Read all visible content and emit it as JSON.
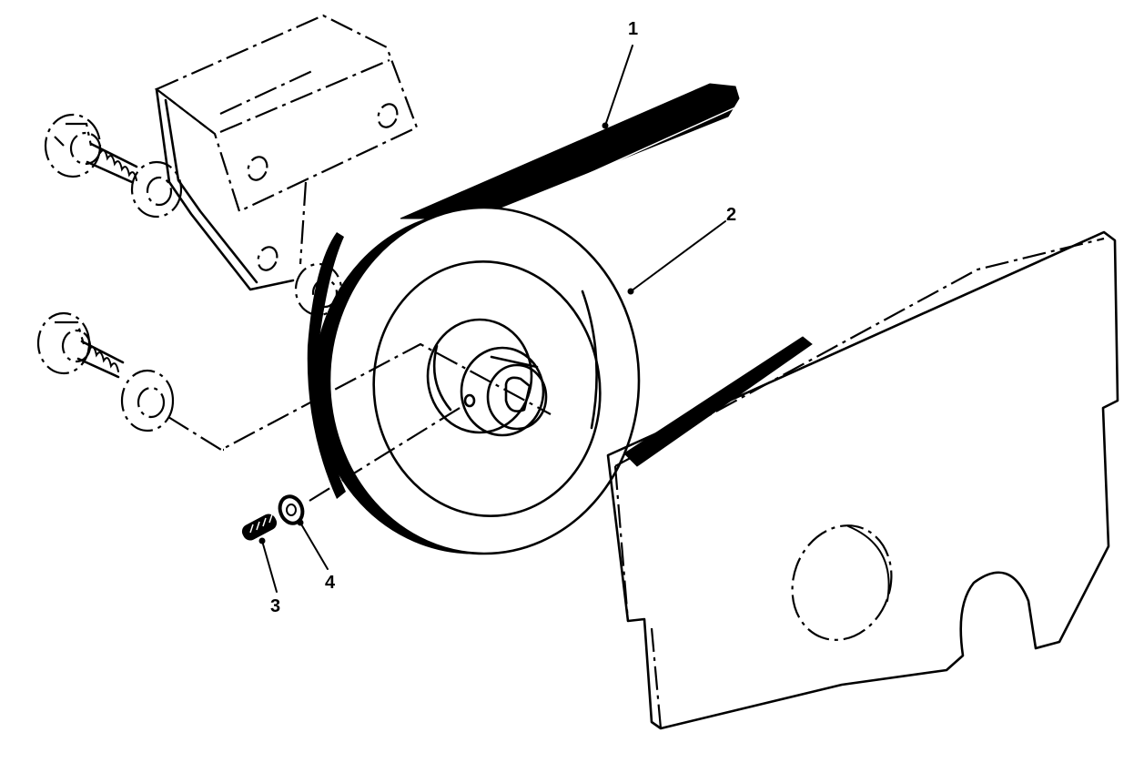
{
  "diagram": {
    "type": "exploded-parts-view",
    "subject": "Belt, pulley and guard assembly",
    "callouts": [
      {
        "id": "1",
        "label": "1",
        "part": "belt"
      },
      {
        "id": "2",
        "label": "2",
        "part": "pulley"
      },
      {
        "id": "3",
        "label": "3",
        "part": "set-screw"
      },
      {
        "id": "4",
        "label": "4",
        "part": "hex-nut"
      }
    ],
    "unlabeled_parts": [
      "mounting-bracket",
      "hex-bolt-upper",
      "hex-bolt-lower",
      "washer-upper",
      "washer-lower",
      "bracket-nut",
      "belt-guard-plate"
    ],
    "colors": {
      "line": "#000000",
      "background": "#ffffff"
    }
  }
}
